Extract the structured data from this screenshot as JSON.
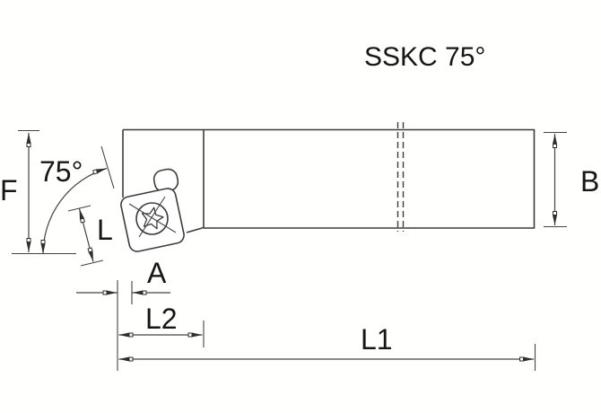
{
  "title": "SSKC 75°",
  "labels": {
    "angle": "75°",
    "f": "F",
    "l": "L",
    "a": "A",
    "l2": "L2",
    "l1": "L1",
    "b": "B"
  },
  "colors": {
    "line": "#3c3c3c",
    "text": "#161616",
    "background": "#ffffff"
  }
}
